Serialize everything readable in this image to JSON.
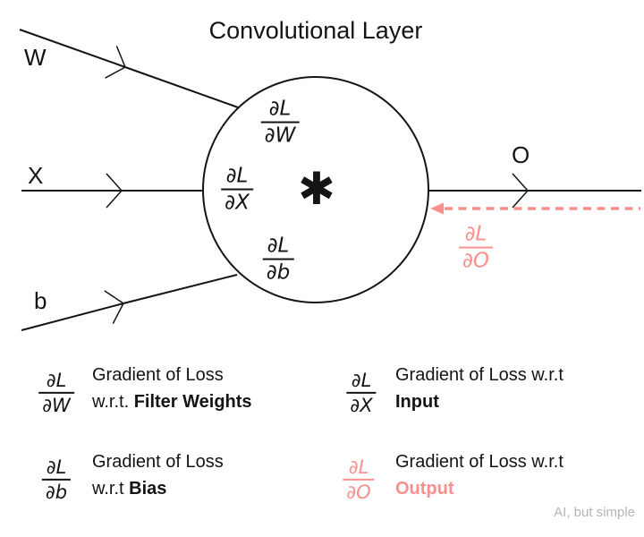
{
  "title": "Convolutional Layer",
  "colors": {
    "ink": "#141414",
    "accent_pink": "#f9908e",
    "watermark_gray": "#b6b6ba"
  },
  "diagram": {
    "operator": "✱",
    "operator_name": "convolution",
    "inputs": {
      "w": "W",
      "x": "X",
      "b": "b"
    },
    "output": "O",
    "gradients": {
      "w": {
        "num": "∂L",
        "den": "∂W"
      },
      "x": {
        "num": "∂L",
        "den": "∂X"
      },
      "b": {
        "num": "∂L",
        "den": "∂b"
      },
      "o": {
        "num": "∂L",
        "den": "∂O"
      }
    }
  },
  "legend": {
    "items": [
      {
        "num": "∂L",
        "den": "∂W",
        "line1": "Gradient of Loss",
        "line2_prefix": "w.r.t. ",
        "line2_bold": "Filter Weights"
      },
      {
        "num": "∂L",
        "den": "∂X",
        "line1": "Gradient of Loss w.r.t",
        "line2_prefix": "",
        "line2_bold": "Input"
      },
      {
        "num": "∂L",
        "den": "∂b",
        "line1": "Gradient of Loss",
        "line2_prefix": "w.r.t ",
        "line2_bold": "Bias"
      },
      {
        "num": "∂L",
        "den": "∂O",
        "line1": "Gradient of Loss w.r.t",
        "line2_prefix": "",
        "line2_bold": "Output"
      }
    ]
  },
  "watermark": "AI, but simple"
}
